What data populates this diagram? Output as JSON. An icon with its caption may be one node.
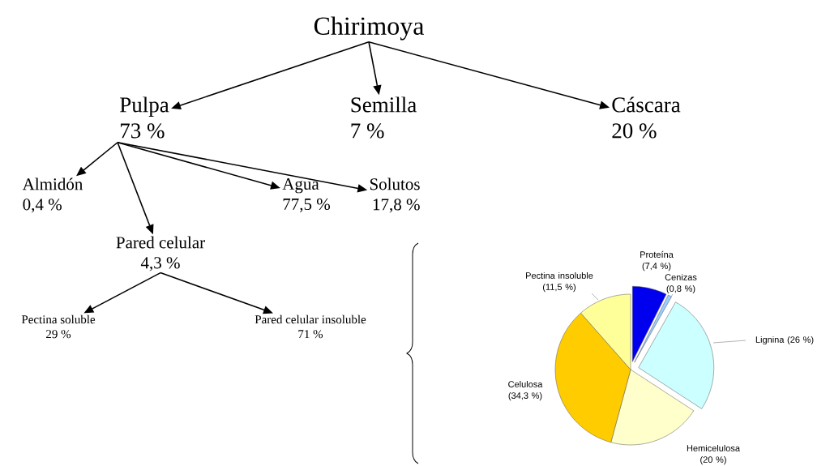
{
  "diagram": {
    "nodes": [
      {
        "text": [
          "Chirimoya"
        ]
      },
      {
        "text": [
          "Pulpa",
          "73 %"
        ]
      },
      {
        "text": [
          "Semilla",
          "7 %"
        ]
      },
      {
        "text": [
          "Cáscara",
          "20 %"
        ]
      },
      {
        "text": [
          "Almidón",
          "0,4 %"
        ]
      },
      {
        "text": [
          "Pared celular",
          "4,3 %"
        ]
      },
      {
        "text": [
          "Agua",
          "77,5 %"
        ]
      },
      {
        "text": [
          "Solutos",
          "17,8 %"
        ]
      },
      {
        "text": [
          "Pectina soluble",
          "29 %"
        ]
      },
      {
        "text": [
          "Pared celular insoluble",
          "71 %"
        ]
      }
    ],
    "edges": [
      {
        "from": 0,
        "to": 1,
        "arrow": "to"
      },
      {
        "from": 0,
        "to": 2,
        "arrow": "to"
      },
      {
        "from": 0,
        "to": 3,
        "arrow": "to"
      },
      {
        "from": 1,
        "to": 4,
        "arrow": "to"
      },
      {
        "from": 1,
        "to": 5,
        "arrow": "to"
      },
      {
        "from": 1,
        "to": 6,
        "arrow": "to"
      },
      {
        "from": 1,
        "to": 7,
        "arrow": "to"
      },
      {
        "from": 5,
        "to": 8,
        "arrow": "to"
      },
      {
        "from": 5,
        "to": 9,
        "arrow": "to"
      }
    ],
    "chart_data": {
      "type": "pie",
      "categories": [
        "Proteína (7,4 %)",
        "Cenizas (0,8 %)",
        "Lignina (26 %)",
        "Hemicelulosa (20 %)",
        "Celulosa (34,3 %)",
        "Pectina insoluble (11,5 %)"
      ],
      "series": [
        {
          "colors": [
            "#0000ee",
            "#99ccff",
            "#ccffff",
            "#ffffcc",
            "#ffcc00",
            "#ffff99"
          ],
          "values": [
            7.4,
            0.8,
            26,
            20,
            34.3,
            11.5
          ]
        }
      ]
    }
  }
}
